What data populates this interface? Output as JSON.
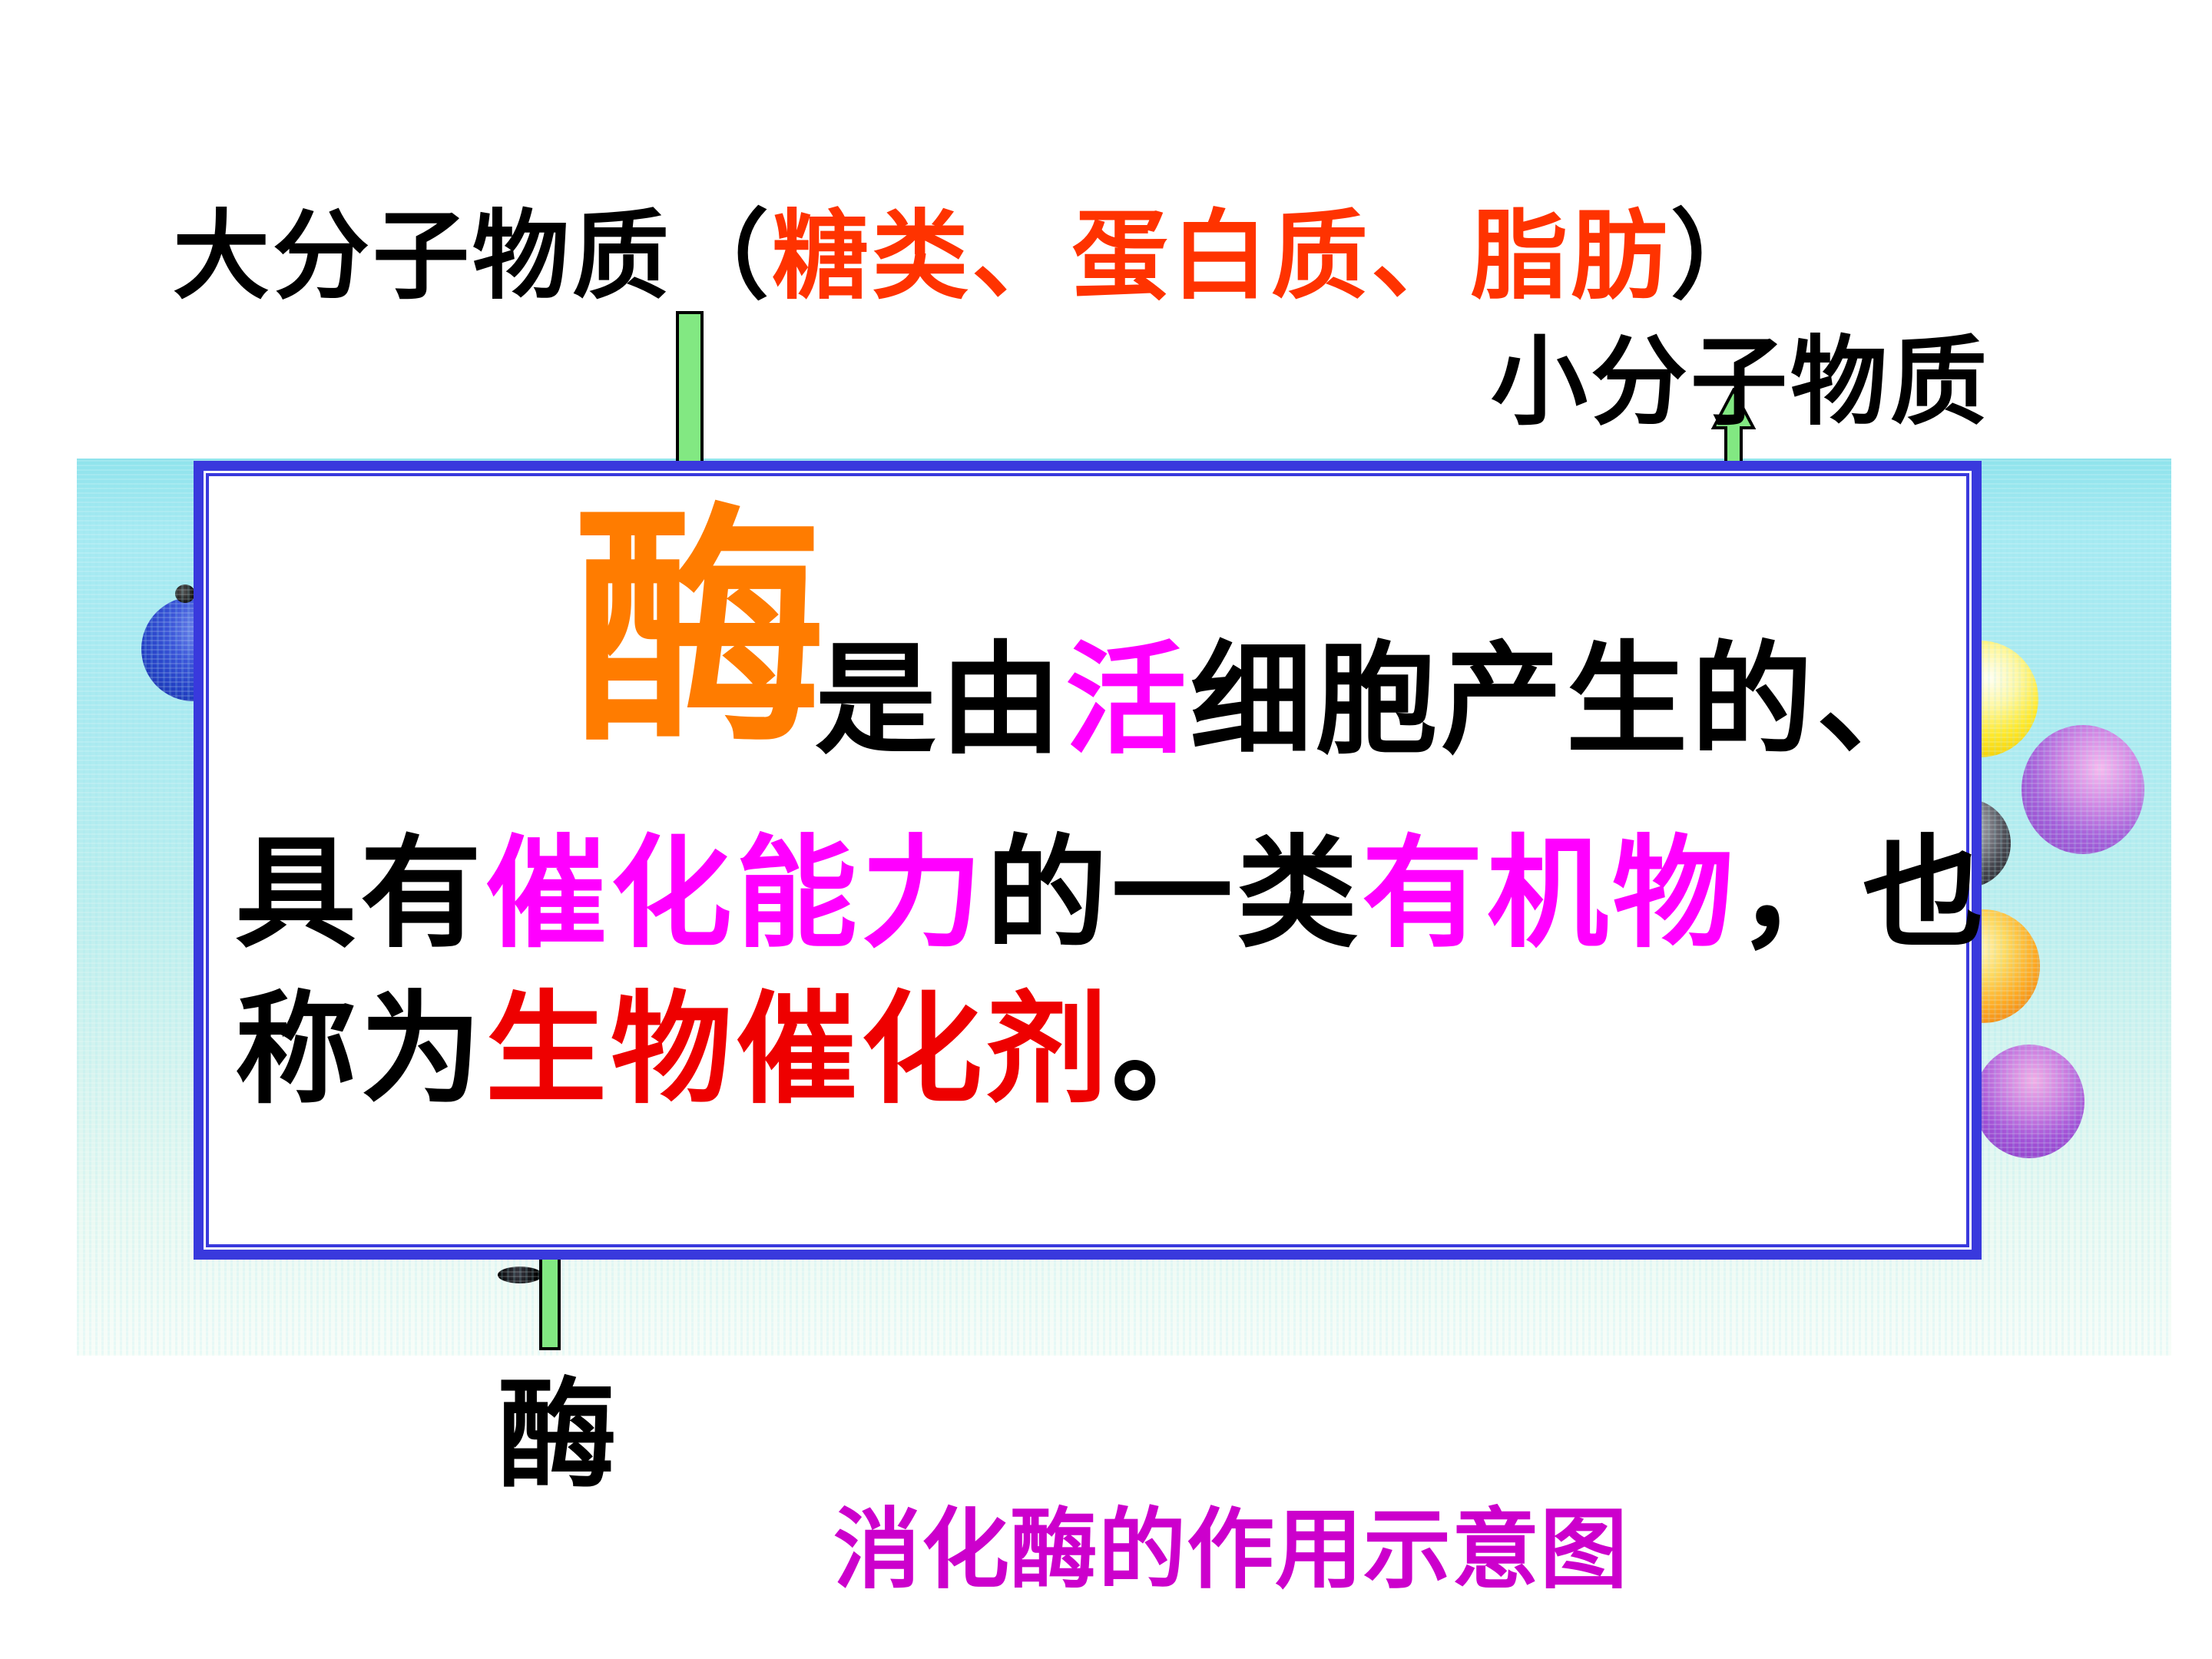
{
  "slide": {
    "title": {
      "segments": [
        {
          "text": "大分子物质（",
          "color": "#000000"
        },
        {
          "text": "糖类、蛋白质、脂肪",
          "color": "#ff3300"
        },
        {
          "text": "）",
          "color": "#000000"
        }
      ]
    },
    "small_molecule_label": "小分子物质",
    "enzyme_label_bottom": "酶",
    "caption": "消化酶的作用示意图",
    "definition": {
      "big_char": "酶",
      "line1": {
        "segments": [
          {
            "text": "是由",
            "color": "#000000"
          },
          {
            "text": "活",
            "color": "#ff00ff"
          },
          {
            "text": "细胞产生的、",
            "color": "#000000"
          }
        ]
      },
      "line2": {
        "segments": [
          {
            "text": "具有",
            "color": "#000000"
          },
          {
            "text": "催化能力",
            "color": "#ff00ff"
          },
          {
            "text": "的一类",
            "color": "#000000"
          },
          {
            "text": "有机物",
            "color": "#ff00ff"
          },
          {
            "text": "，也",
            "color": "#000000"
          }
        ]
      },
      "line3": {
        "segments": [
          {
            "text": "称为",
            "color": "#000000"
          },
          {
            "text": "生物催化剂",
            "color": "#ee0000"
          },
          {
            "text": "。",
            "color": "#000000"
          }
        ]
      }
    },
    "colors": {
      "title_highlight_red": "#ff3300",
      "big_enzyme_orange": "#ff7c00",
      "magenta_text": "#ff00ff",
      "red_text": "#ee0000",
      "caption_magenta": "#cc00cc",
      "box_border_blue": "#3939dd",
      "connector_green": "#82e882",
      "photo_cyan": "#a8eaf0"
    },
    "icons": {
      "up_arrow": "up-arrow"
    },
    "background_photo": {
      "balls": [
        "blue",
        "yellow",
        "purple",
        "dark",
        "orange",
        "purple"
      ]
    }
  }
}
